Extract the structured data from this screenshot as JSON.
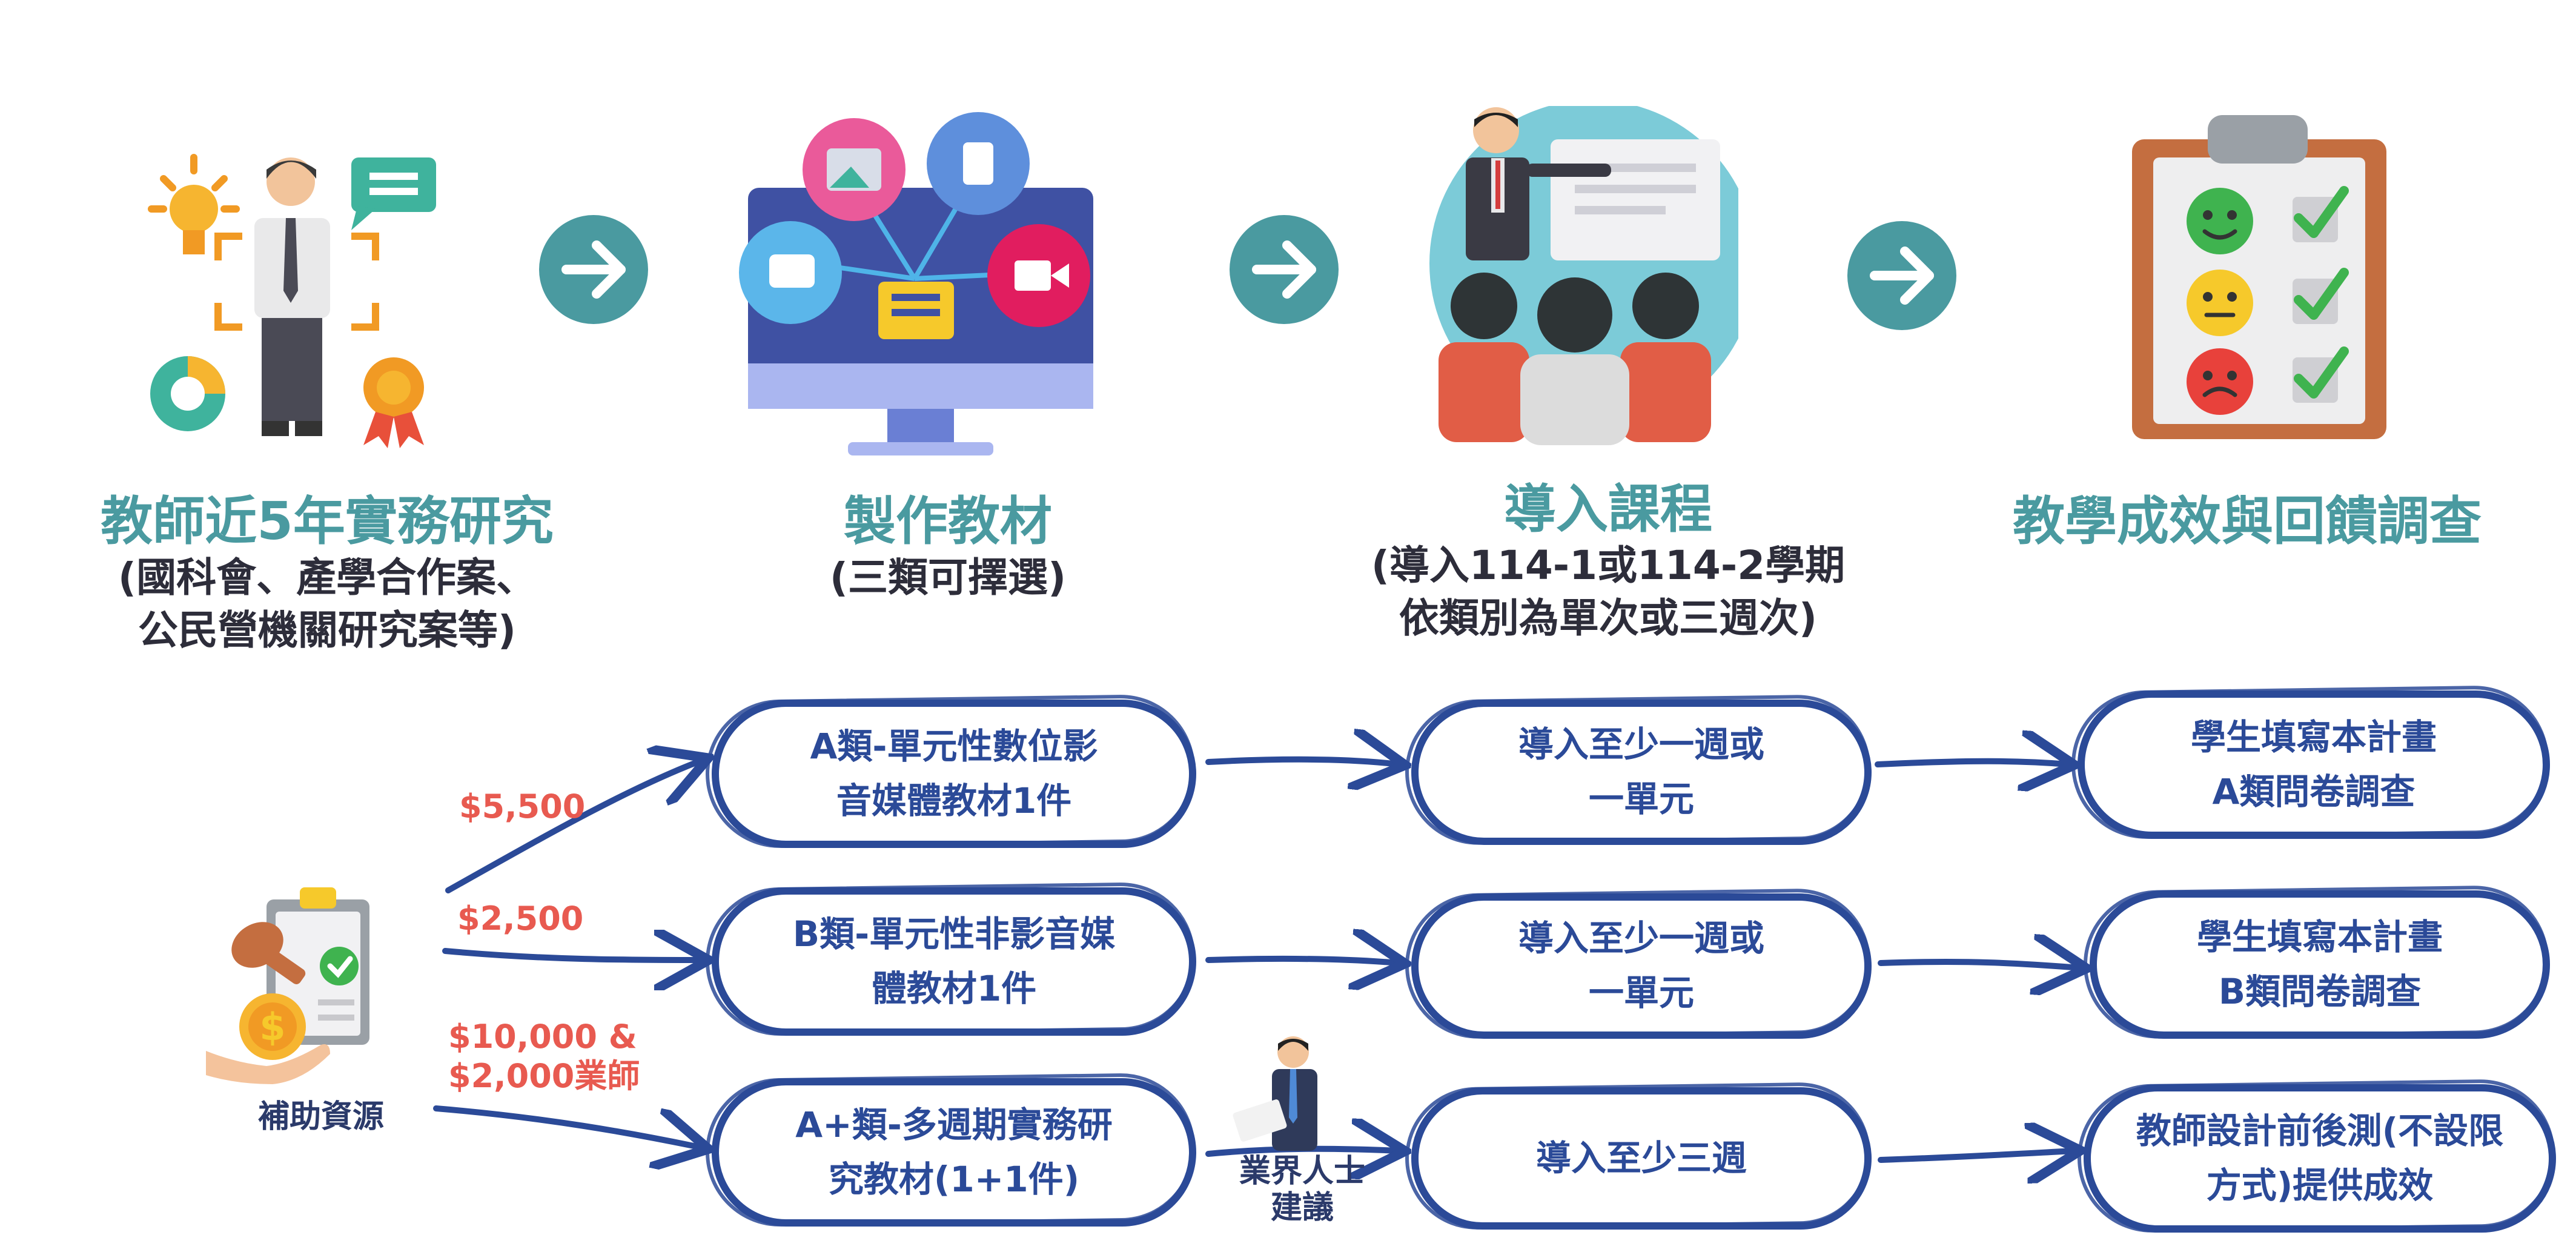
{
  "top_steps": [
    {
      "title": "教師近5年實務研究",
      "subtitle": "(國科會、產學合作案、\n公民營機關研究案等)"
    },
    {
      "title": "製作教材",
      "subtitle": "(三類可擇選)"
    },
    {
      "title": "導入課程",
      "subtitle": "(導入114-1或114-2學期\n依類別為單次或三週次)"
    },
    {
      "title": "教學成效與回饋調查",
      "subtitle": ""
    }
  ],
  "subsidy_label": "補助資源",
  "amounts": [
    "$5,500",
    "$2,500",
    "$10,000 &\n$2,000業師"
  ],
  "industry_label": "業界人士\n建議",
  "rows": [
    {
      "material": "A類-單元性數位影\n音媒體教材1件",
      "import": "導入至少一週或\n一單元",
      "survey": "學生填寫本計畫\nA類問卷調查"
    },
    {
      "material": "B類-單元性非影音媒\n體教材1件",
      "import": "導入至少一週或\n一單元",
      "survey": "學生填寫本計畫\nB類問卷調查"
    },
    {
      "material": "A+類-多週期實務研\n究教材(1+1件)",
      "import": "導入至少三週",
      "survey": "教師設計前後測(不設限\n方式)提供成效"
    }
  ],
  "colors": {
    "teal": "#4a9aa0",
    "navy": "#2b4a98",
    "red": "#e85a50",
    "dark": "#2d2d3a"
  }
}
